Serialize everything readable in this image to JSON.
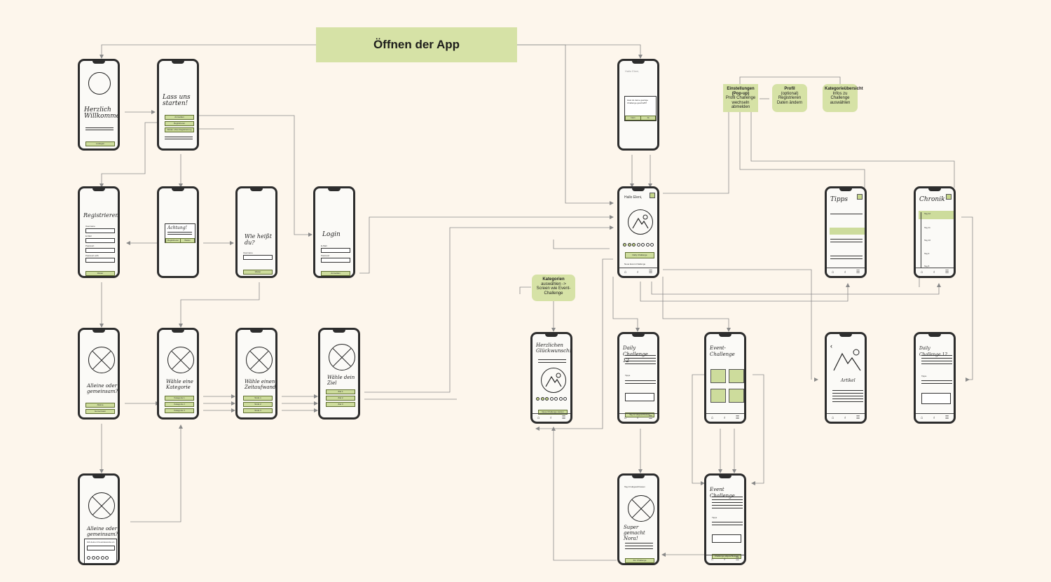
{
  "title": "Öffnen der App",
  "colors": {
    "accent": "#d6e2a6",
    "background": "#fdf6ec",
    "stroke": "#2d2d2d"
  },
  "screens": {
    "welcome": {
      "title": "Herzlich Willkommen",
      "button": "Loslegen"
    },
    "start": {
      "title": "Lass uns starten!",
      "buttons": [
        "Anmelden",
        "Registrieren",
        "Weiter ohne Registrierung"
      ]
    },
    "register": {
      "title": "Registrieren",
      "fields": [
        "Username",
        "E-Mail",
        "Passwort",
        "Passwort wdh."
      ],
      "button": "Weiter"
    },
    "warning": {
      "title": "Achtung!",
      "buttons": [
        "Registrieren",
        "Weiter"
      ]
    },
    "name": {
      "title": "Wie heißt du?",
      "field": "Username",
      "button": "Weiter"
    },
    "login": {
      "title": "Login",
      "fields": [
        "E-Mail",
        "Passwort"
      ],
      "button": "Anmelden"
    },
    "alone_together": {
      "title": "Alleine oder gemeinsam?",
      "buttons": [
        "Alleine",
        "Gemeinsam"
      ]
    },
    "category": {
      "title": "Wähle eine Kategorie",
      "buttons": [
        "Kategorie 1",
        "Kategorie 2",
        "Kategorie 3"
      ]
    },
    "timespan": {
      "title": "Wähle einen Zeitaufwand",
      "buttons": [
        "Stufe 1",
        "Stufe 2",
        "Stufe 3"
      ]
    },
    "goal": {
      "title": "Wähle dein Ziel",
      "buttons": [
        "Ziel 1",
        "Ziel 2",
        "Ziel 3"
      ]
    },
    "alone_together_popup": {
      "title": "Alleine oder gemeinsam?",
      "popup": "Gib deinen Freundescode ein"
    },
    "home_popup": {
      "greeting": "Hallo Eleni,",
      "popup": "Hast du deine gestrige Challenge geschafft?",
      "buttons": [
        "Nein",
        "Ja"
      ]
    },
    "home": {
      "greeting": "Hallo Eleni,",
      "button": "Daily Challenge",
      "hint": "Neue Event-Challenge"
    },
    "tips": {
      "title": "Tipps"
    },
    "chronik": {
      "title": "Chronik",
      "days": [
        "Tag 12",
        "Tag 11",
        "Tag 10",
        "Tag 9",
        "Tag 8"
      ]
    },
    "congrats": {
      "title": "Herzlichen Glückwunsch!",
      "button": "Neue Challenge starten"
    },
    "daily": {
      "title": "Daily Challenge 12",
      "tips": "Tipps",
      "button": "Tag 12 abgeschlossen"
    },
    "event": {
      "title": "Event-Challenge"
    },
    "article": {
      "title": "Artikel"
    },
    "daily_detail": {
      "title": "Daily Challenge 12",
      "tips": "Tipps"
    },
    "done": {
      "day": "Tag 13 abgeschlossen",
      "title": "Super gemacht Nora!",
      "button": "Zur Challenge"
    },
    "event_detail": {
      "title": "Event Challenge",
      "tips": "Tipps",
      "button": "Challenge abgeschlossen"
    }
  },
  "notes": {
    "settings": {
      "title": "Einstellungen (Pop-up)",
      "text": "Profil Challenge wechseln abmelden"
    },
    "profile": {
      "title": "Profil",
      "text": "(optional) Registrieren Daten ändern"
    },
    "categories_overview": {
      "title": "Kategorieübersicht",
      "text": "Infos zu Challenge auswählen"
    },
    "categories": {
      "title": "Kategorien",
      "text": "auswählen -> Screen wie Event-Challenge"
    }
  }
}
